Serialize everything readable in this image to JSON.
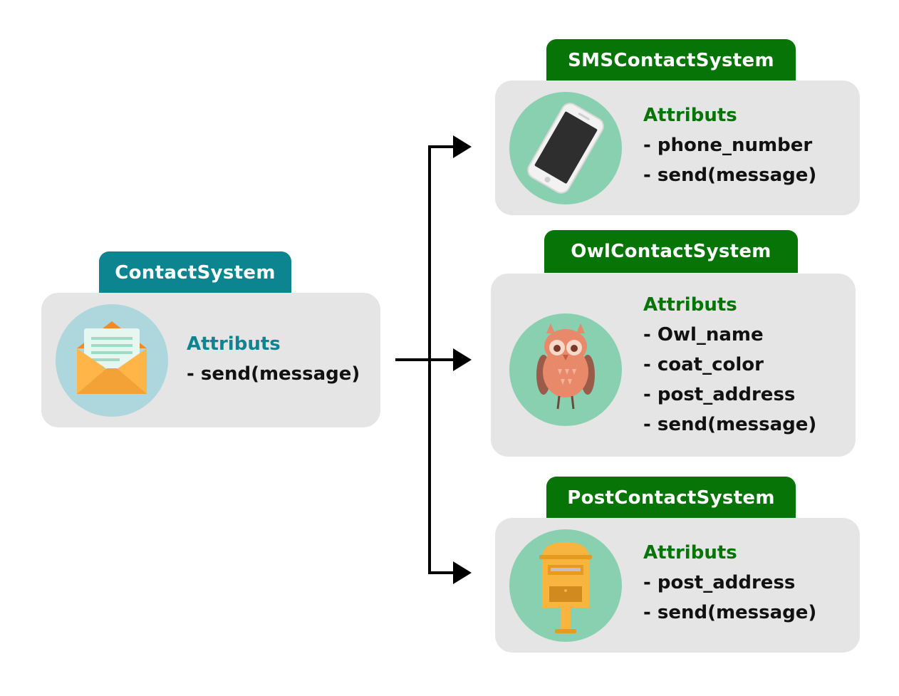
{
  "base": {
    "title": "ContactSystem",
    "attributes_heading": "Attributs",
    "attributes": [
      "- send(message)"
    ],
    "icon": "envelope-icon"
  },
  "subclasses": [
    {
      "title": "SMSContactSystem",
      "attributes_heading": "Attributs",
      "attributes": [
        "- phone_number",
        "- send(message)"
      ],
      "icon": "smartphone-icon"
    },
    {
      "title": "OwlContactSystem",
      "attributes_heading": "Attributs",
      "attributes": [
        "- Owl_name",
        "- coat_color",
        "- post_address",
        "- send(message)"
      ],
      "icon": "owl-icon"
    },
    {
      "title": "PostContactSystem",
      "attributes_heading": "Attributs",
      "attributes": [
        "- post_address",
        "- send(message)"
      ],
      "icon": "mailbox-icon"
    }
  ],
  "colors": {
    "subclass_tab": "#077407",
    "base_tab": "#0c8590",
    "card_bg": "#e5e5e5",
    "icon_bg_green": "#88d0b0",
    "icon_bg_blue": "#add7dc"
  }
}
